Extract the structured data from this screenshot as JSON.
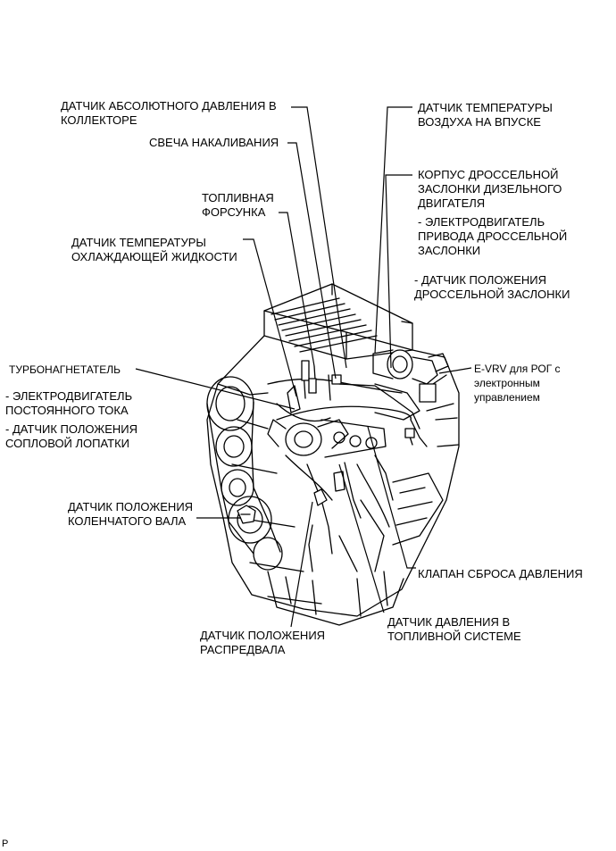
{
  "labels": {
    "map_sensor": "ДАТЧИК АБСОЛЮТНОГО ДАВЛЕНИЯ В\nКОЛЛЕКТОРЕ",
    "glow_plug": "СВЕЧА НАКАЛИВАНИЯ",
    "injector": "ТОПЛИВНАЯ\nФОРСУНКА",
    "coolant_temp": "ДАТЧИК ТЕМПЕРАТУРЫ\nОХЛАЖДАЮЩЕЙ ЖИДКОСТИ",
    "turbo": "ТУРБОНАГНЕТАТЕЛЬ",
    "dc_motor": "- ЭЛЕКТРОДВИГАТЕЛЬ\nПОСТОЯННОГО ТОКА",
    "nozzle_vane": "- ДАТЧИК ПОЛОЖЕНИЯ\nСОПЛОВОЙ ЛОПАТКИ",
    "crank_sensor": "ДАТЧИК ПОЛОЖЕНИЯ\nКОЛЕНЧАТОГО ВАЛА",
    "cam_sensor": "ДАТЧИК ПОЛОЖЕНИЯ\nРАСПРЕДВАЛА",
    "fuel_pressure": "ДАТЧИК ДАВЛЕНИЯ В\nТОПЛИВНОЙ СИСТЕМЕ",
    "relief_valve": "КЛАПАН СБРОСА ДАВЛЕНИЯ",
    "intake_air_temp": "ДАТЧИК ТЕМПЕРАТУРЫ\nВОЗДУХА НА ВПУСКЕ",
    "throttle_body": "КОРПУС ДРОССЕЛЬНОЙ\nЗАСЛОНКИ ДИЗЕЛЬНОГО\nДВИГАТЕЛЯ",
    "throttle_motor": "- ЭЛЕКТРОДВИГАТЕЛЬ\nПРИВОДА ДРОССЕЛЬНОЙ\nЗАСЛОНКИ",
    "throttle_position": "- ДАТЧИК ПОЛОЖЕНИЯ\nДРОССЕЛЬНОЙ ЗАСЛОНКИ",
    "egr_valve": "E-VRV для РОГ с\nэлектронным\nуправлением",
    "corner_mark": "P"
  }
}
